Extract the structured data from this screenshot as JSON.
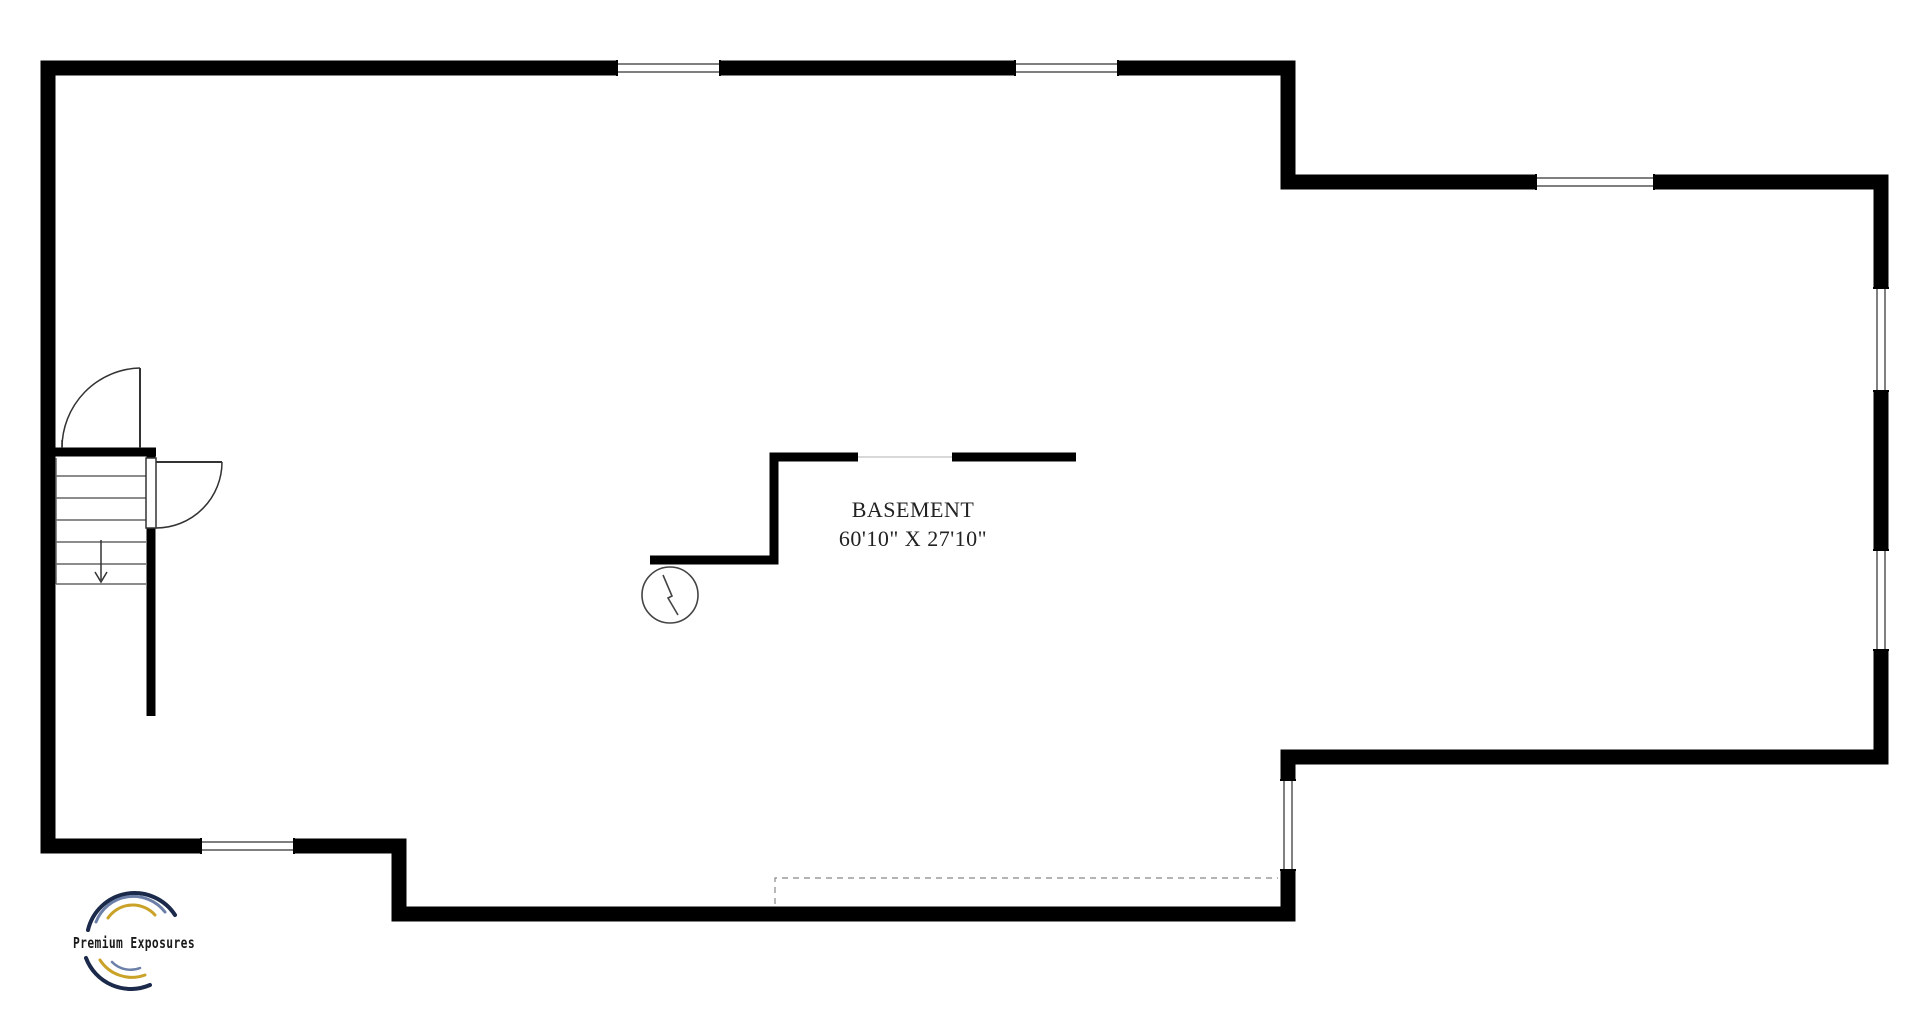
{
  "room": {
    "name": "BASEMENT",
    "dimensions": "60'10\" X 27'10\""
  },
  "logo": {
    "text": "Premium Exposures",
    "colors": [
      "#1b2a4a",
      "#c9a227",
      "#6b7fa8"
    ]
  },
  "colors": {
    "wall": "#000000",
    "background": "#ffffff",
    "fixture_stroke": "#444444"
  },
  "icons": [
    "stair-icon",
    "door-swing-icon",
    "water-heater-icon",
    "window-icon"
  ]
}
